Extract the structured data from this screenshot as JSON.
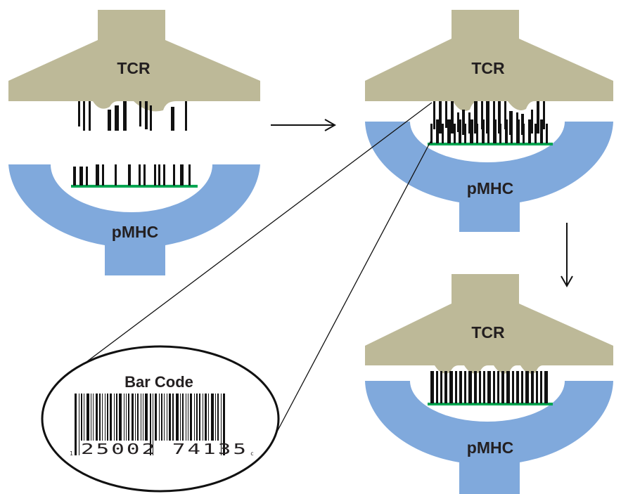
{
  "labels": {
    "tcr": "TCR",
    "pmhc": "pMHC"
  },
  "barcode": {
    "title": "Bar Code",
    "lead_digit": "1",
    "digits": "25002 74135",
    "trail_char": "c"
  },
  "colors": {
    "tcr": "#bdb998",
    "pmhc": "#80a9dc",
    "green_line": "#00a651",
    "bars": "#111111",
    "text": "#231f20"
  },
  "icons": {
    "arrow_right": "arrow-right-icon",
    "arrow_down": "arrow-down-icon"
  }
}
